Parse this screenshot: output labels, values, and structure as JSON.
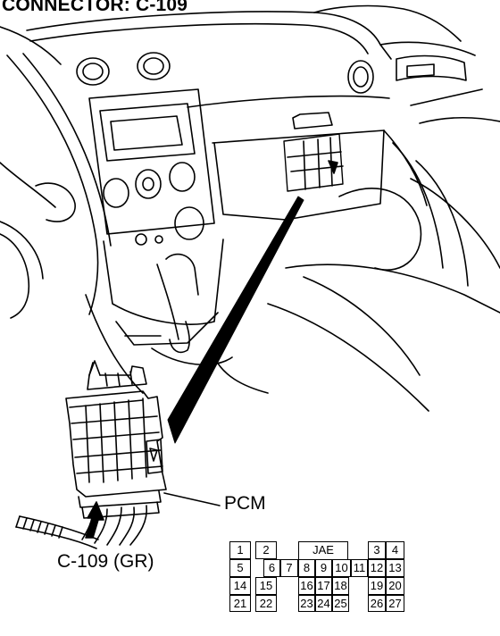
{
  "page": {
    "title": "CONNECTOR: C-109"
  },
  "callouts": {
    "component": "PCM",
    "connector": "C-109 (GR)"
  },
  "pin_layout": {
    "keyway": "JAE",
    "pins": {
      "p1": "1",
      "p2": "2",
      "p3": "3",
      "p4": "4",
      "p5": "5",
      "p6": "6",
      "p7": "7",
      "p8": "8",
      "p9": "9",
      "p10": "10",
      "p11": "11",
      "p12": "12",
      "p13": "13",
      "p14": "14",
      "p15": "15",
      "p16": "16",
      "p17": "17",
      "p18": "18",
      "p19": "19",
      "p20": "20",
      "p21": "21",
      "p22": "22",
      "p23": "23",
      "p24": "24",
      "p25": "25",
      "p26": "26",
      "p27": "27"
    }
  },
  "colors": {
    "line": "#000000",
    "background": "#ffffff"
  }
}
